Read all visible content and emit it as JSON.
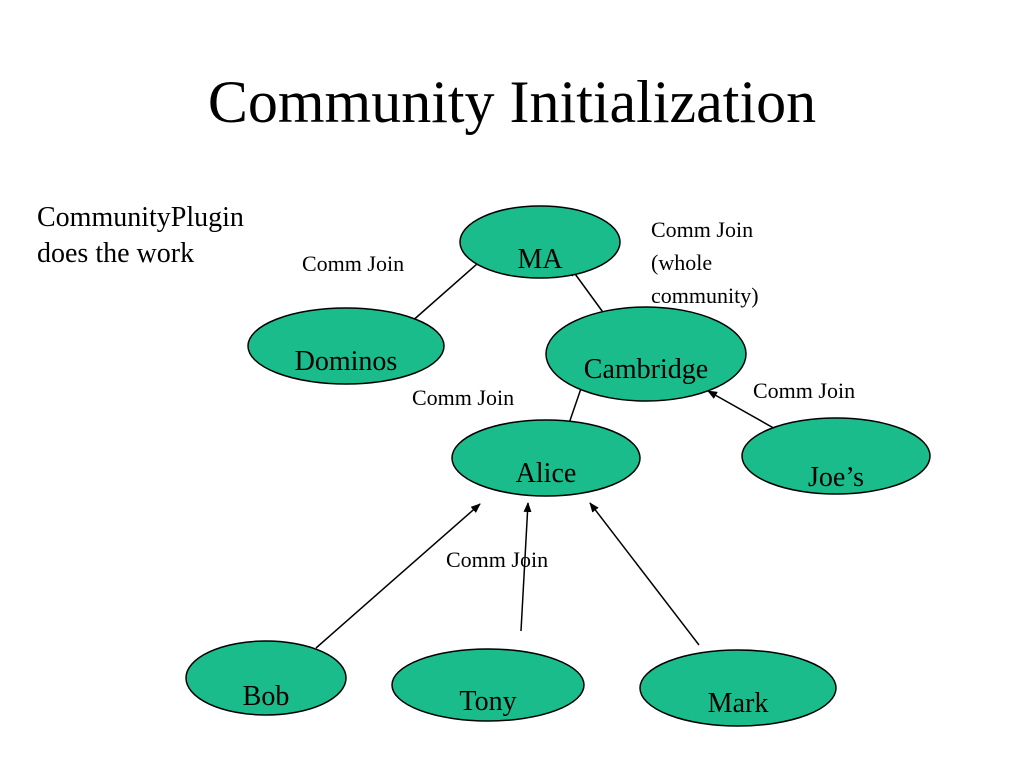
{
  "slide": {
    "title": "Community Initialization",
    "note_lines": [
      "CommunityPlugin",
      "does the work"
    ]
  },
  "colors": {
    "node_fill": "#1abc8c",
    "edge": "#000000"
  },
  "nodes": [
    {
      "id": "ma",
      "label": "MA"
    },
    {
      "id": "dominos",
      "label": "Dominos"
    },
    {
      "id": "cambridge",
      "label": "Cambridge"
    },
    {
      "id": "alice",
      "label": "Alice"
    },
    {
      "id": "joes",
      "label": "Joe’s"
    },
    {
      "id": "bob",
      "label": "Bob"
    },
    {
      "id": "tony",
      "label": "Tony"
    },
    {
      "id": "mark",
      "label": "Mark"
    }
  ],
  "edges": [
    {
      "from": "dominos",
      "to": "ma"
    },
    {
      "from": "cambridge",
      "to": "ma"
    },
    {
      "from": "alice",
      "to": "cambridge"
    },
    {
      "from": "joes",
      "to": "cambridge"
    },
    {
      "from": "bob",
      "to": "alice"
    },
    {
      "from": "tony",
      "to": "alice"
    },
    {
      "from": "mark",
      "to": "alice"
    }
  ],
  "edge_labels": [
    {
      "id": "dominos-ma",
      "lines": [
        "Comm Join"
      ]
    },
    {
      "id": "cambridge-ma",
      "lines": [
        "Comm Join",
        "(whole",
        "community)"
      ]
    },
    {
      "id": "alice-cambridge",
      "lines": [
        "Comm Join"
      ]
    },
    {
      "id": "joes-cambridge",
      "lines": [
        "Comm Join"
      ]
    },
    {
      "id": "members-alice",
      "lines": [
        "Comm Join"
      ]
    }
  ]
}
